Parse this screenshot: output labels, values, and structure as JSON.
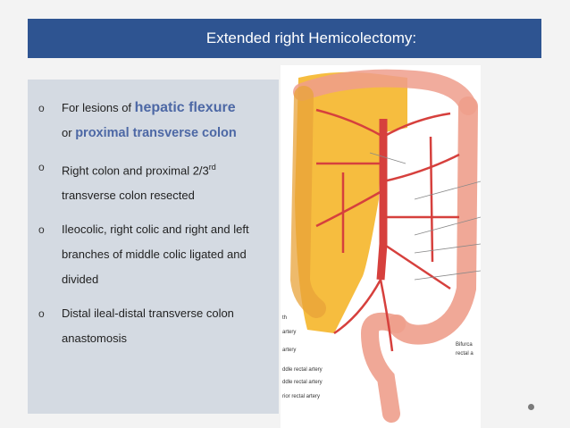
{
  "slide": {
    "title": "Extended right Hemicolectomy:",
    "bullets": [
      {
        "line1_prefix": "For lesions of",
        "line1_highlight": "hepatic flexure",
        "line2_prefix": "or",
        "line2_highlight": "proximal transverse colon"
      },
      {
        "text_a": "Right colon and proximal 2/3",
        "text_sup": "rd",
        "text_b": "transverse colon resected"
      },
      {
        "text": "Ileocolic, right colic and right and left branches of middle colic ligated and divided"
      },
      {
        "text": "Distal ileal-distal transverse colon anastomosis"
      }
    ],
    "marker": "o"
  },
  "figure": {
    "labels": [
      "th",
      "artery",
      "artery",
      "ddle rectal artery",
      "ddle rectal artery",
      "rior rectal artery",
      "Bifurca",
      "rectal a"
    ],
    "colors": {
      "resected_region": "#f5b21d",
      "colon": "#ee9e8c",
      "artery": "#d6403d",
      "title_bar": "#2e5491",
      "panel": "#d4dae2",
      "highlight_text": "#4d68a5"
    }
  }
}
